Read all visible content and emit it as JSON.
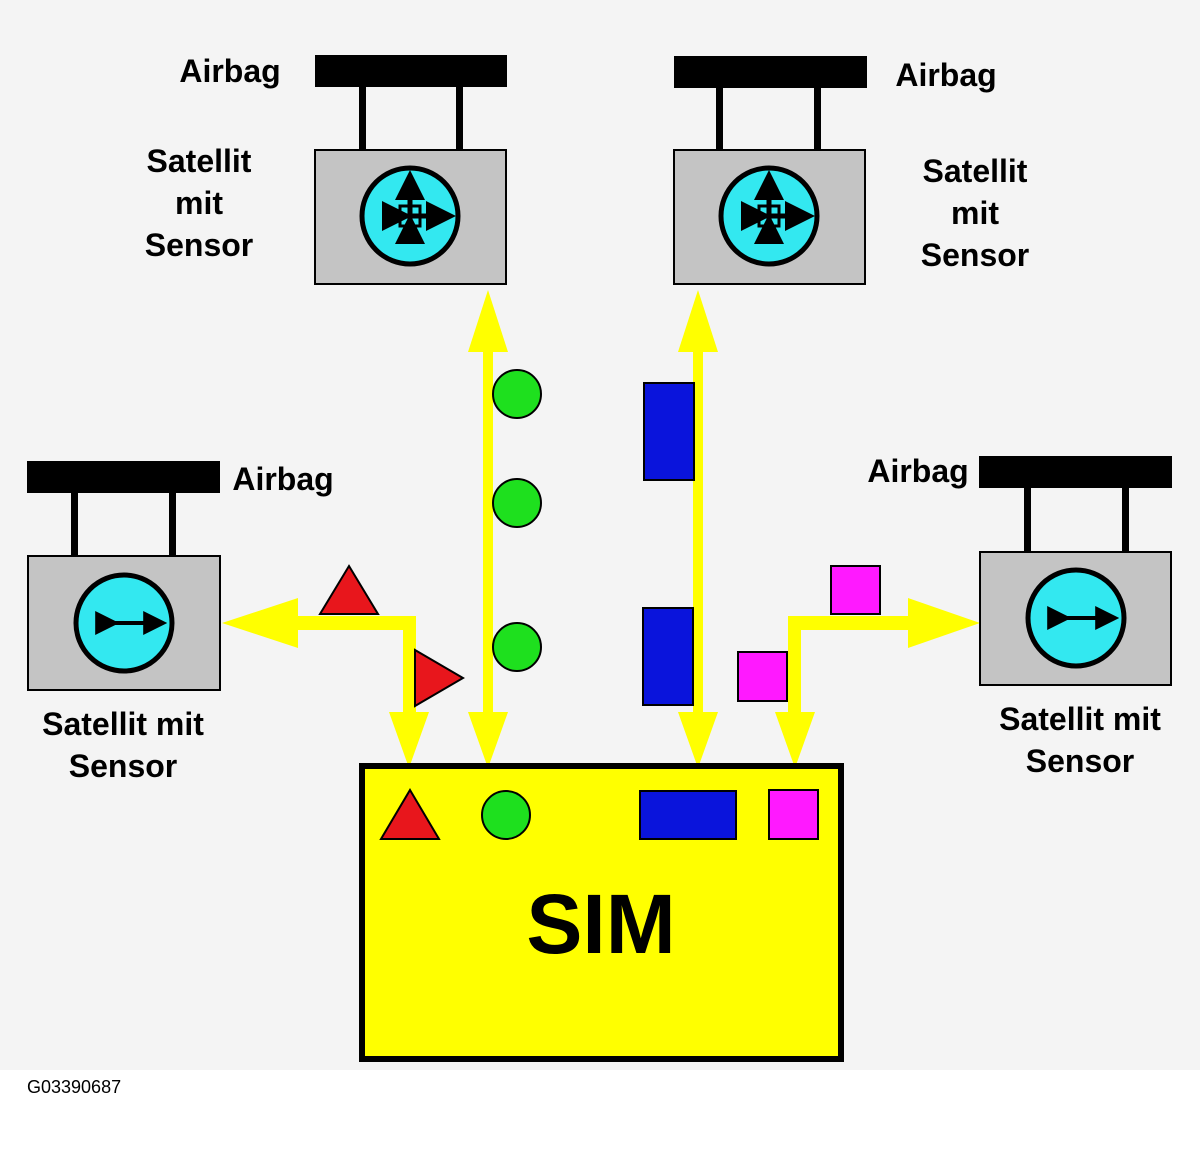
{
  "diagram": {
    "background_color": "#f4f4f4",
    "sim": {
      "label": "SIM",
      "fill_color": "#ffff00"
    },
    "satellites": [
      {
        "id": "top-left",
        "airbag_label": "Airbag",
        "sensor_label_lines": [
          "Satellit",
          "mit",
          "Sensor"
        ],
        "sensor_type": "multi-axis"
      },
      {
        "id": "top-right",
        "airbag_label": "Airbag",
        "sensor_label_lines": [
          "Satellit",
          "mit",
          "Sensor"
        ],
        "sensor_type": "multi-axis"
      },
      {
        "id": "left",
        "airbag_label": "Airbag",
        "sensor_label_lines": [
          "Satellit mit",
          "Sensor"
        ],
        "sensor_type": "single-axis"
      },
      {
        "id": "right",
        "airbag_label": "Airbag",
        "sensor_label_lines": [
          "Satellit mit",
          "Sensor"
        ],
        "sensor_type": "single-axis"
      }
    ],
    "signal_symbols": {
      "triangle": {
        "color": "#e8161c",
        "icon": "red-triangle-icon"
      },
      "circle": {
        "color": "#1ee01e",
        "icon": "green-circle-icon"
      },
      "rectangle": {
        "color": "#0a14dc",
        "icon": "blue-rectangle-icon"
      },
      "square": {
        "color": "#ff19ff",
        "icon": "magenta-square-icon"
      }
    },
    "connection_color": "#ffff00",
    "sensor_color": "#33e8f0",
    "satellite_box_color": "#c4c4c4",
    "figure_code": "G03390687"
  }
}
